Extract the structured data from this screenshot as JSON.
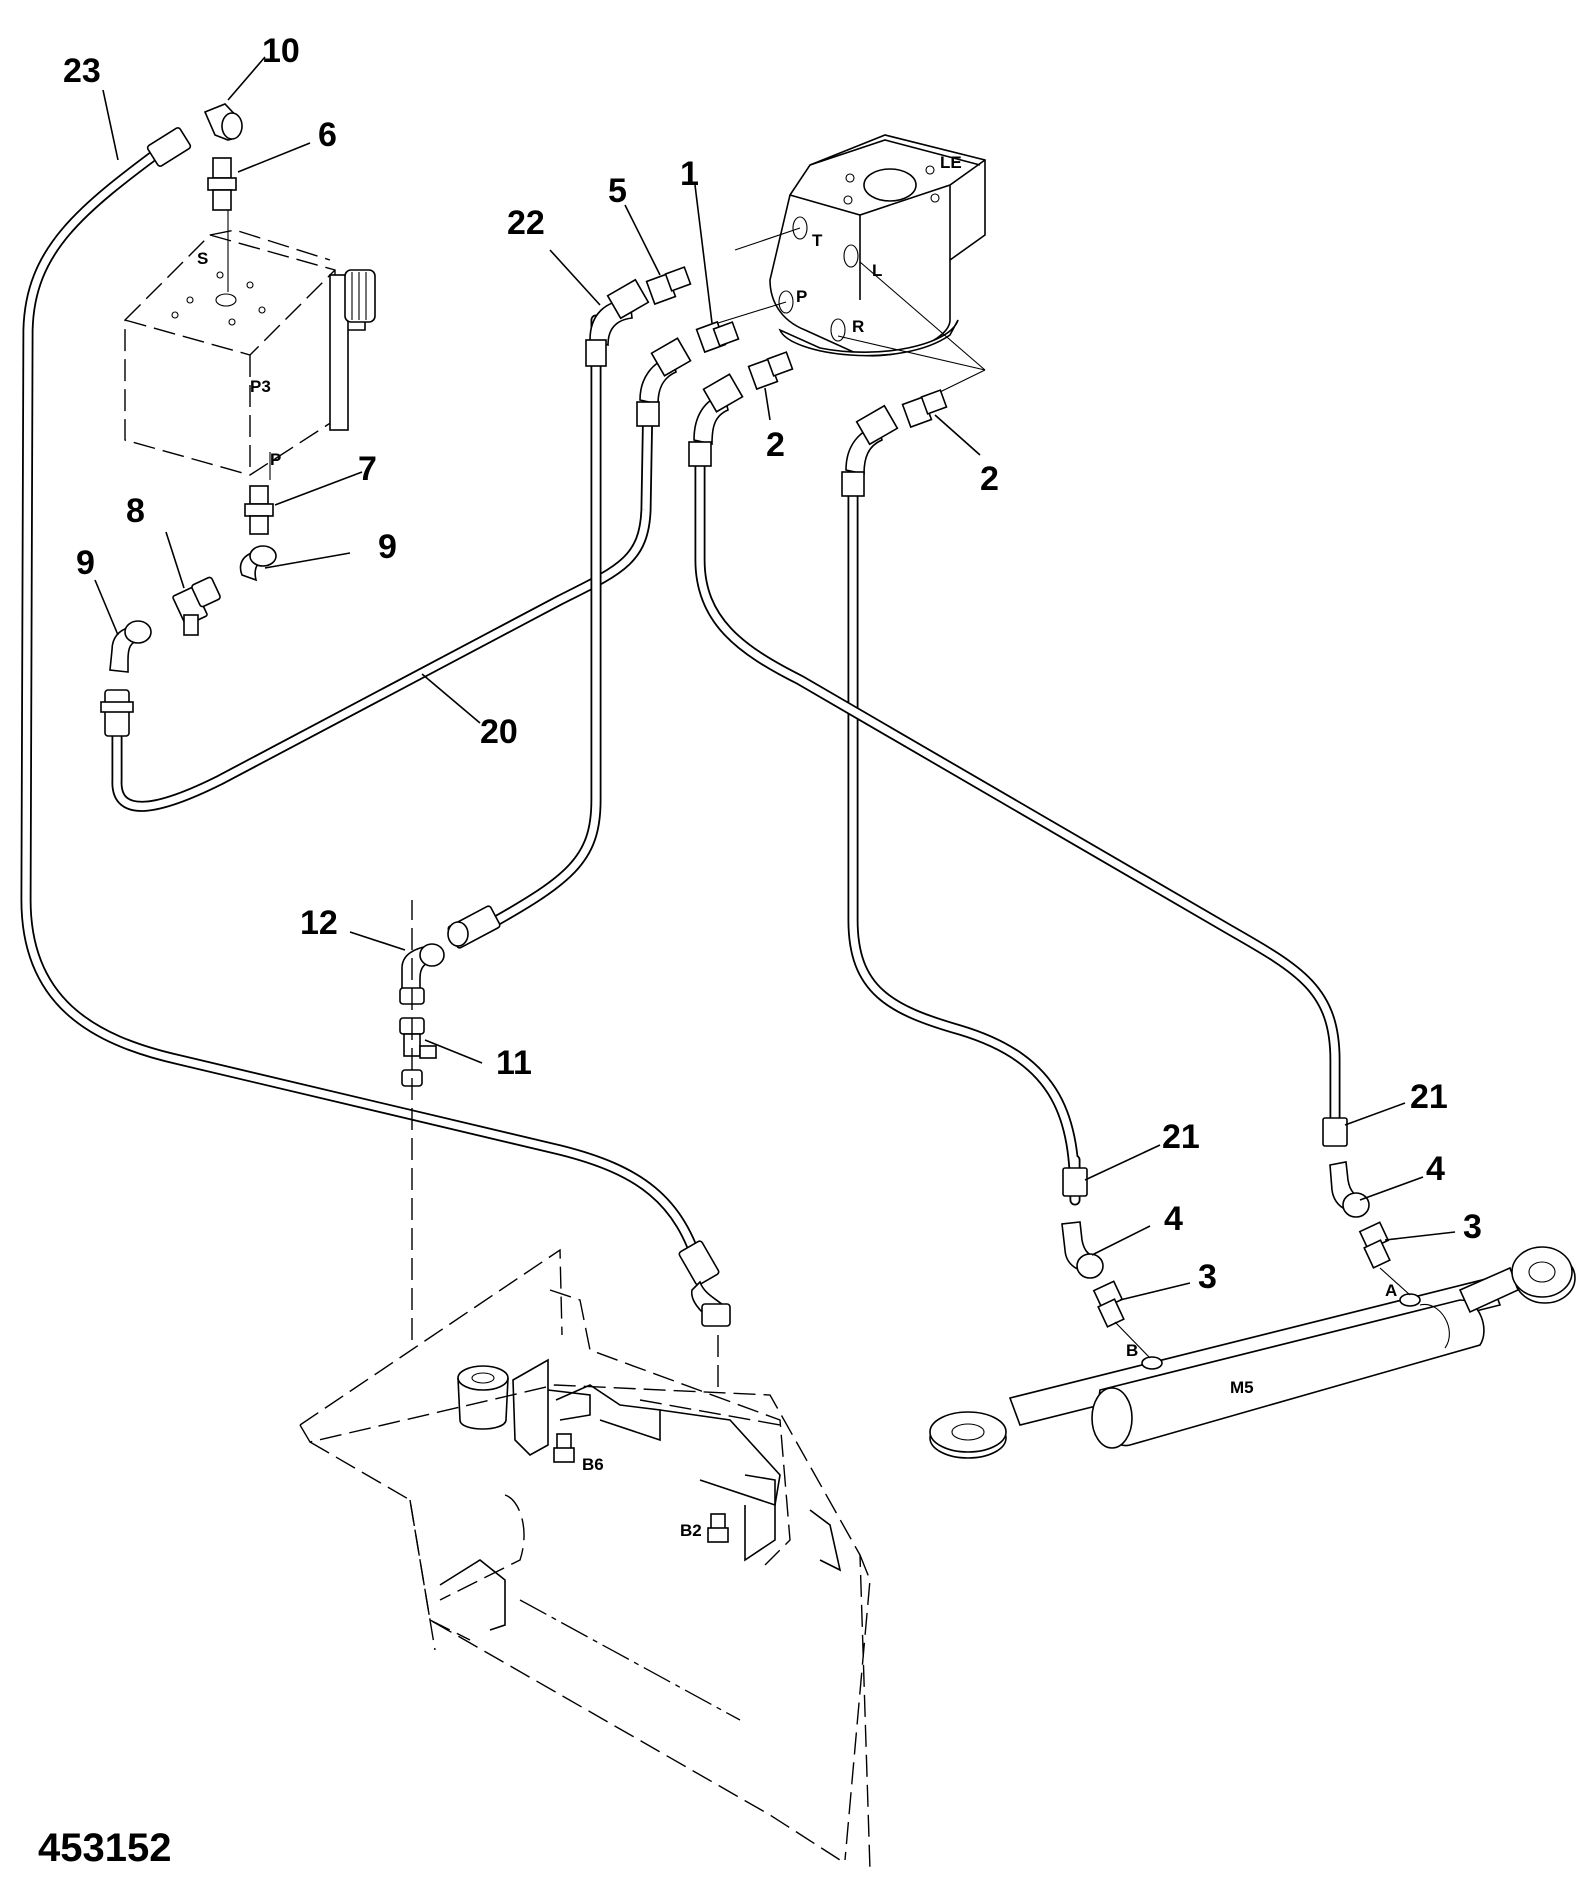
{
  "drawing_number": "453152",
  "callouts": {
    "c1": "1",
    "c2a": "2",
    "c2b": "2",
    "c3a": "3",
    "c3b": "3",
    "c4a": "4",
    "c4b": "4",
    "c5": "5",
    "c6": "6",
    "c7": "7",
    "c8": "8",
    "c9a": "9",
    "c9b": "9",
    "c10": "10",
    "c11": "11",
    "c12": "12",
    "c20": "20",
    "c21a": "21",
    "c21b": "21",
    "c22": "22",
    "c23": "23"
  },
  "component_labels": {
    "pump": "P3",
    "steering_unit": "LE",
    "cylinder": "M5",
    "bolt_b6": "B6",
    "bolt_b2": "B2"
  },
  "port_labels": {
    "pump_s": "S",
    "pump_p": "P",
    "steer_t": "T",
    "steer_l": "L",
    "steer_p": "P",
    "steer_r": "R",
    "cyl_a": "A",
    "cyl_b": "B"
  }
}
